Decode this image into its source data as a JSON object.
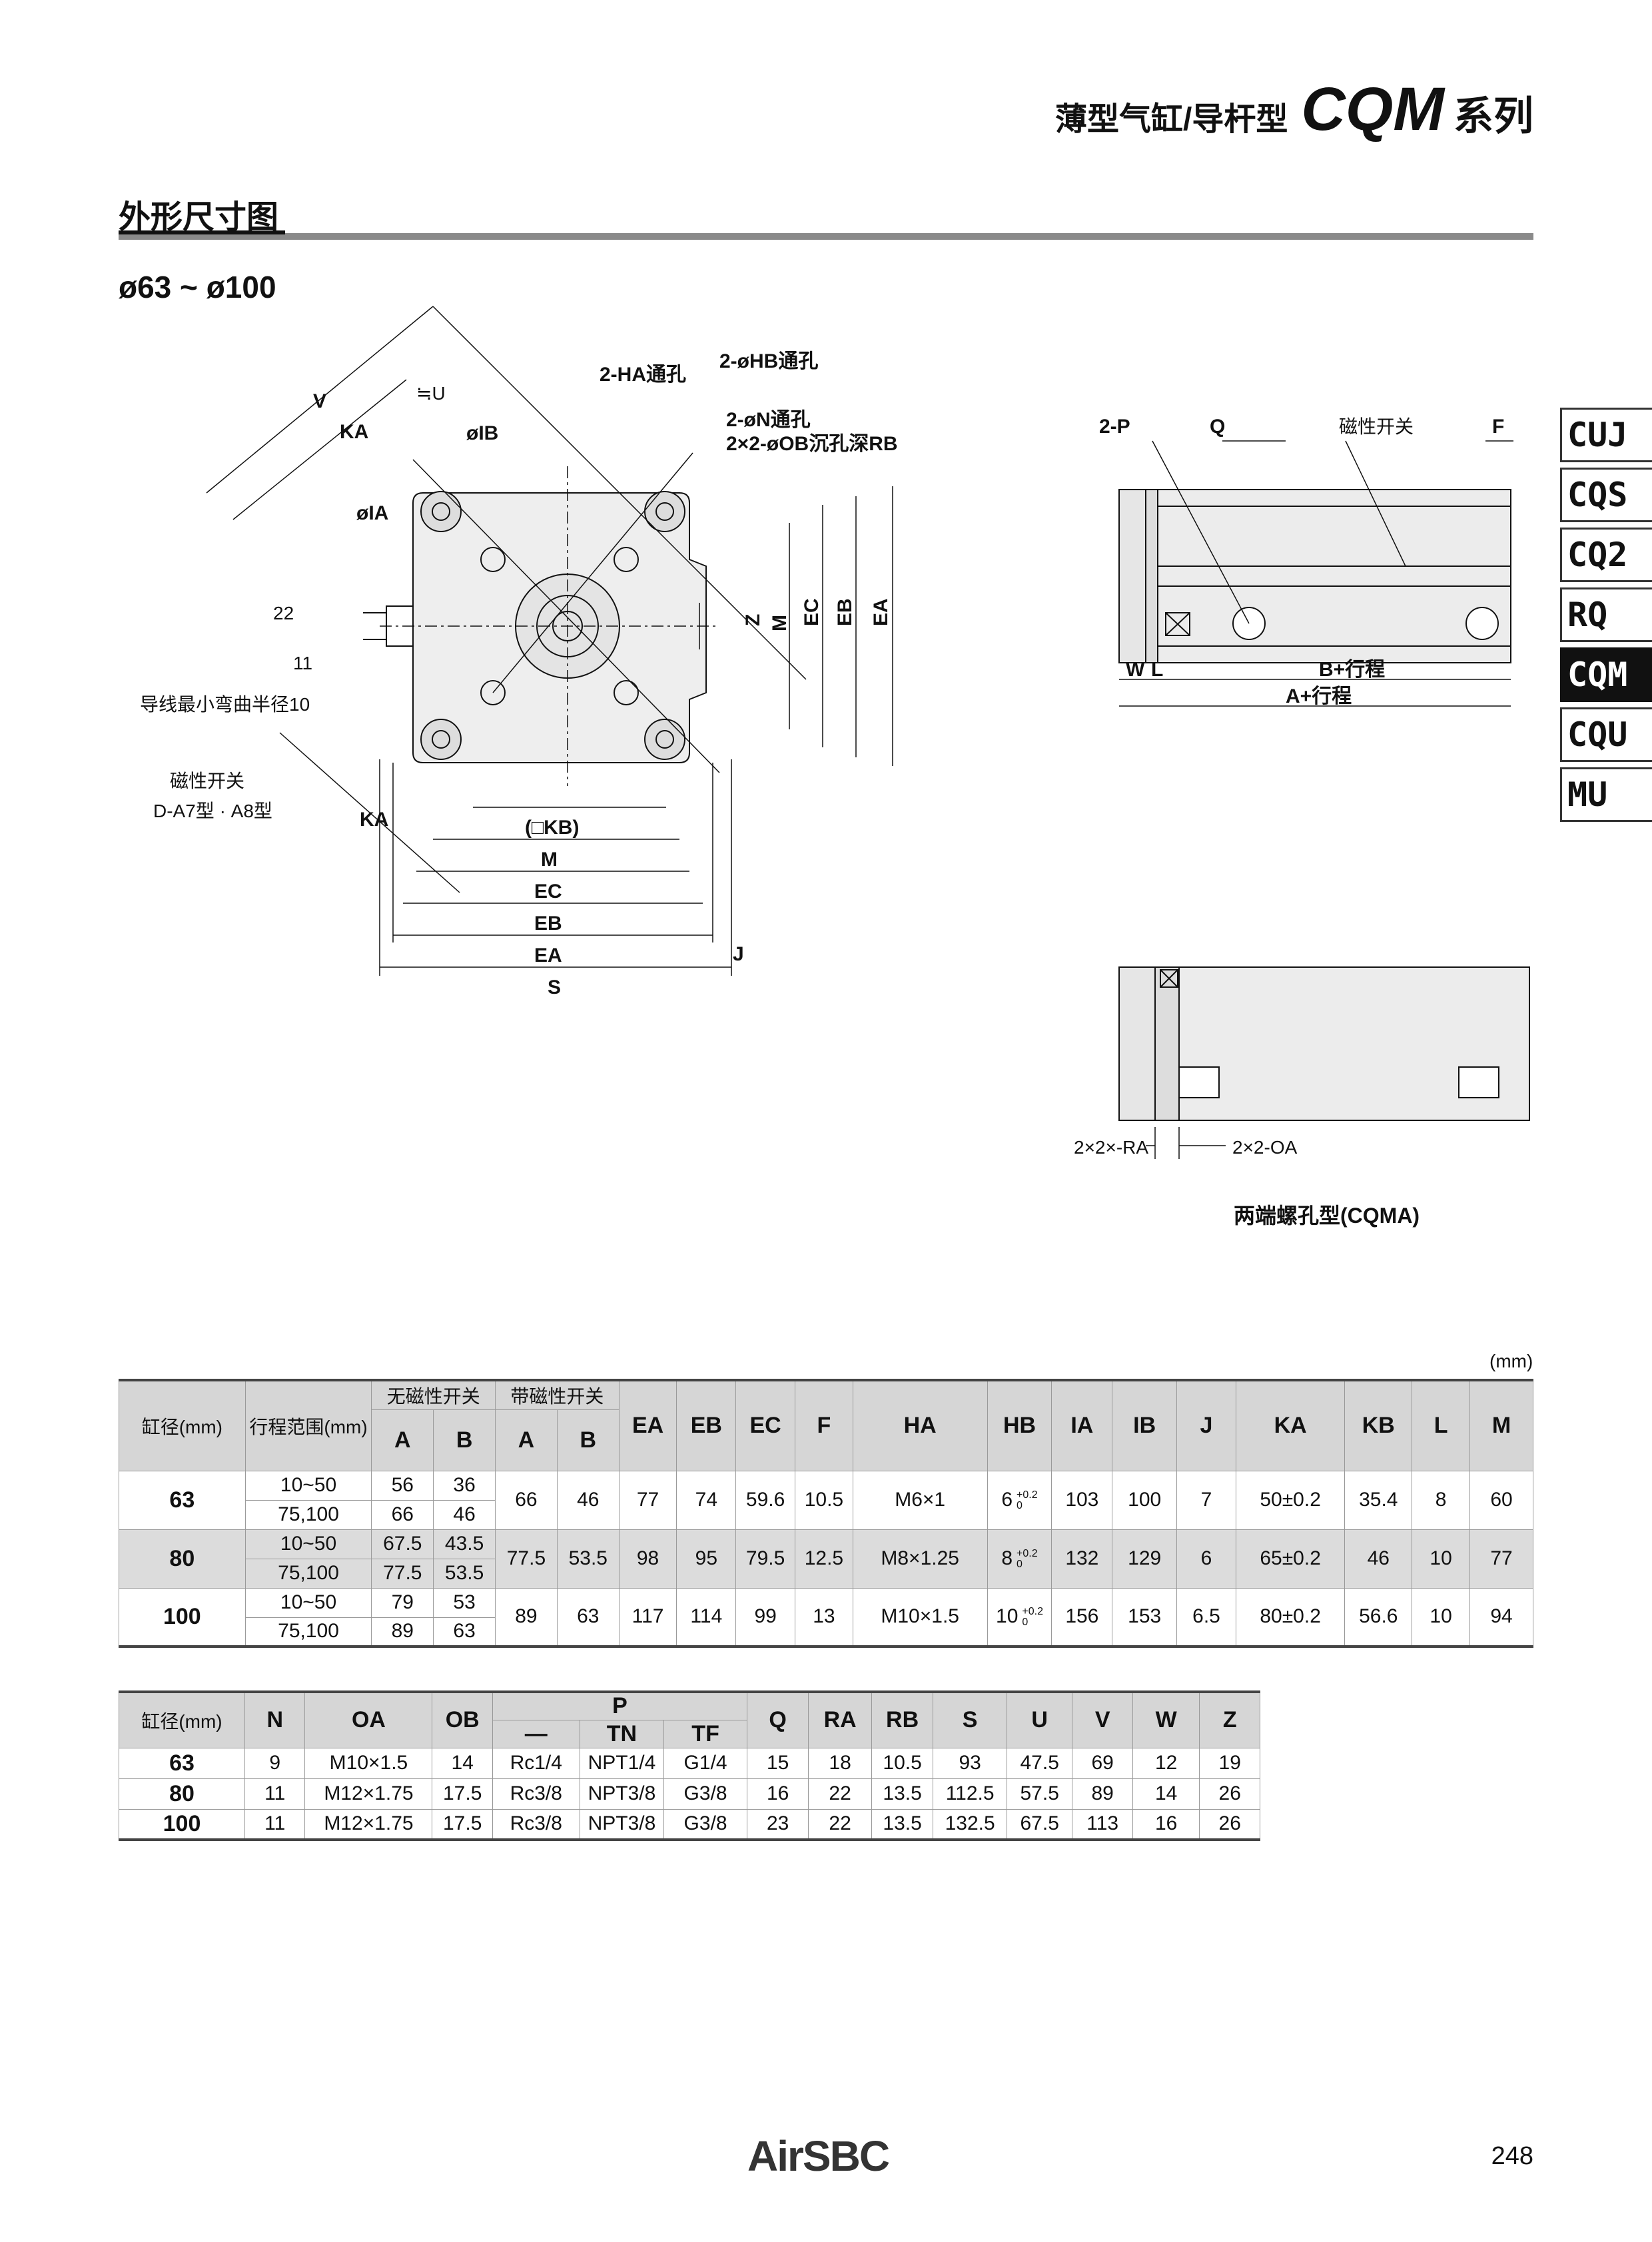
{
  "header": {
    "subtitle": "薄型气缸/导杆型",
    "series_code": "CQM",
    "series_suffix": "系列"
  },
  "section_title": "外形尺寸图",
  "size_range": "ø63 ~ ø100",
  "series_tabs": [
    {
      "label": "CUJ",
      "active": false
    },
    {
      "label": "CQS",
      "active": false
    },
    {
      "label": "CQ2",
      "active": false
    },
    {
      "label": "RQ",
      "active": false
    },
    {
      "label": "CQM",
      "active": true
    },
    {
      "label": "CQU",
      "active": false
    },
    {
      "label": "MU",
      "active": false
    }
  ],
  "front_view_labels": {
    "ha": "2-HA通孔",
    "hb": "2-øHB通孔",
    "n": "2-øN通孔",
    "ob": "2×2-øOB沉孔深RB",
    "v": "V",
    "ka": "KA",
    "u": "≒U",
    "ib": "øIB",
    "ia": "øIA",
    "dim22": "22",
    "dim11": "11",
    "bend": "导线最小弯曲半径10",
    "switch": "磁性开关",
    "switch_model": "D-A7型 · A8型",
    "kb": "(□KB)",
    "m": "M",
    "ec": "EC",
    "eb": "EB",
    "ea": "EA",
    "s": "S",
    "j": "J",
    "z": "Z"
  },
  "side_view_labels": {
    "p": "2-P",
    "q": "Q",
    "switch": "磁性开关",
    "f": "F",
    "w": "W",
    "l": "L",
    "b_stroke": "B+行程",
    "a_stroke": "A+行程"
  },
  "end_view_labels": {
    "ra": "2×2×-RA",
    "oa": "2×2-OA",
    "caption": "两端螺孔型(CQMA)"
  },
  "unit": "(mm)",
  "table1": {
    "header_bore": "缸径(mm)",
    "header_stroke": "行程范围(mm)",
    "group_no_switch": "无磁性开关",
    "group_with_switch": "带磁性开关",
    "col_a": "A",
    "col_b": "B",
    "cols": [
      "EA",
      "EB",
      "EC",
      "F",
      "HA",
      "HB",
      "IA",
      "IB",
      "J",
      "KA",
      "KB",
      "L",
      "M"
    ],
    "rows": [
      {
        "bore": "63",
        "strokes": [
          "10~50",
          "75,100"
        ],
        "a_no": [
          "56",
          "66"
        ],
        "b_no": [
          "36",
          "46"
        ],
        "a_sw": "66",
        "b_sw": "46",
        "EA": "77",
        "EB": "74",
        "EC": "59.6",
        "F": "10.5",
        "HA": "M6×1",
        "HB": "6",
        "HB_tol_up": "+0.2",
        "HB_tol_lo": "0",
        "IA": "103",
        "IB": "100",
        "J": "7",
        "KA": "50±0.2",
        "KB": "35.4",
        "L": "8",
        "M": "60"
      },
      {
        "bore": "80",
        "strokes": [
          "10~50",
          "75,100"
        ],
        "a_no": [
          "67.5",
          "77.5"
        ],
        "b_no": [
          "43.5",
          "53.5"
        ],
        "a_sw": "77.5",
        "b_sw": "53.5",
        "EA": "98",
        "EB": "95",
        "EC": "79.5",
        "F": "12.5",
        "HA": "M8×1.25",
        "HB": "8",
        "HB_tol_up": "+0.2",
        "HB_tol_lo": "0",
        "IA": "132",
        "IB": "129",
        "J": "6",
        "KA": "65±0.2",
        "KB": "46",
        "L": "10",
        "M": "77"
      },
      {
        "bore": "100",
        "strokes": [
          "10~50",
          "75,100"
        ],
        "a_no": [
          "79",
          "89"
        ],
        "b_no": [
          "53",
          "63"
        ],
        "a_sw": "89",
        "b_sw": "63",
        "EA": "117",
        "EB": "114",
        "EC": "99",
        "F": "13",
        "HA": "M10×1.5",
        "HB": "10",
        "HB_tol_up": "+0.2",
        "HB_tol_lo": "0",
        "IA": "156",
        "IB": "153",
        "J": "6.5",
        "KA": "80±0.2",
        "KB": "56.6",
        "L": "10",
        "M": "94"
      }
    ]
  },
  "table2": {
    "header_bore": "缸径(mm)",
    "col_n": "N",
    "col_oa": "OA",
    "col_ob": "OB",
    "group_p": "P",
    "p_sub": [
      "—",
      "TN",
      "TF"
    ],
    "cols_after": [
      "Q",
      "RA",
      "RB",
      "S",
      "U",
      "V",
      "W",
      "Z"
    ],
    "rows": [
      {
        "bore": "63",
        "N": "9",
        "OA": "M10×1.5",
        "OB": "14",
        "P": [
          "Rc1/4",
          "NPT1/4",
          "G1/4"
        ],
        "Q": "15",
        "RA": "18",
        "RB": "10.5",
        "S": "93",
        "U": "47.5",
        "V": "69",
        "W": "12",
        "Z": "19"
      },
      {
        "bore": "80",
        "N": "11",
        "OA": "M12×1.75",
        "OB": "17.5",
        "P": [
          "Rc3/8",
          "NPT3/8",
          "G3/8"
        ],
        "Q": "16",
        "RA": "22",
        "RB": "13.5",
        "S": "112.5",
        "U": "57.5",
        "V": "89",
        "W": "14",
        "Z": "26"
      },
      {
        "bore": "100",
        "N": "11",
        "OA": "M12×1.75",
        "OB": "17.5",
        "P": [
          "Rc3/8",
          "NPT3/8",
          "G3/8"
        ],
        "Q": "23",
        "RA": "22",
        "RB": "13.5",
        "S": "132.5",
        "U": "67.5",
        "V": "113",
        "W": "16",
        "Z": "26"
      }
    ]
  },
  "footer": {
    "logo": "AirSBC",
    "page_number": "248"
  }
}
